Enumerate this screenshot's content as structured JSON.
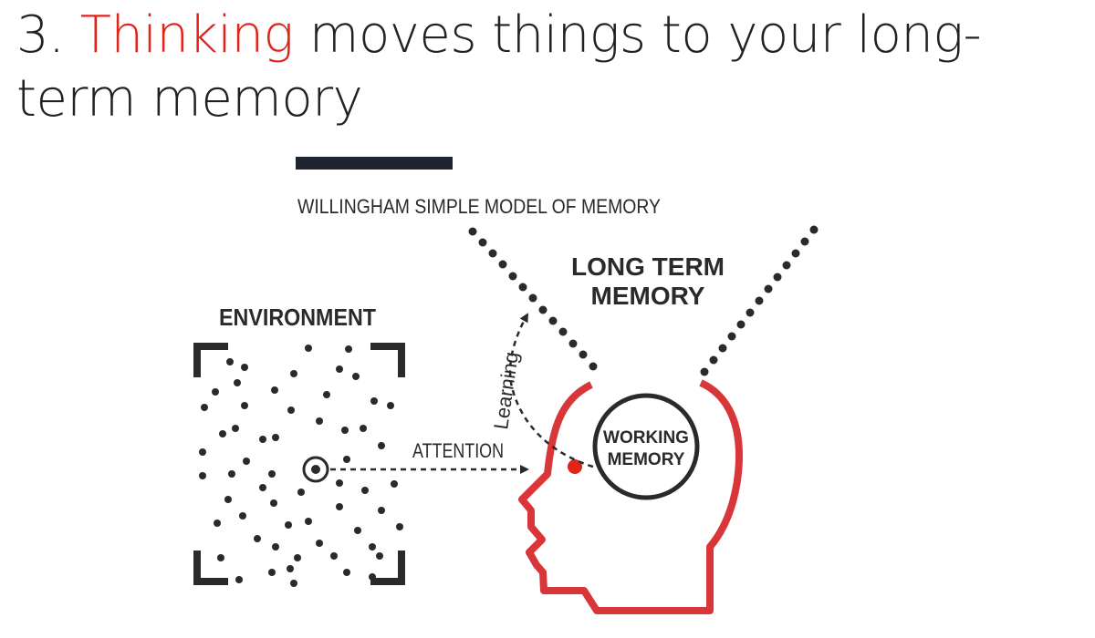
{
  "title": {
    "number": "3.",
    "highlight": "Thinking",
    "rest": "moves things to your long-term memory"
  },
  "diagram": {
    "heading": "WILLINGHAM SIMPLE MODEL OF MEMORY",
    "environment_label": "ENVIRONMENT",
    "long_term_memory_line1": "LONG TERM",
    "long_term_memory_line2": "MEMORY",
    "working_memory_line1": "WORKING",
    "working_memory_line2": "MEMORY",
    "attention_label": "ATTENTION",
    "learning_label": "Learning"
  },
  "colors": {
    "accent": "#e2231a",
    "head_outline": "#d9363a",
    "ink": "#2a2a2a",
    "divider": "#1e2530"
  }
}
